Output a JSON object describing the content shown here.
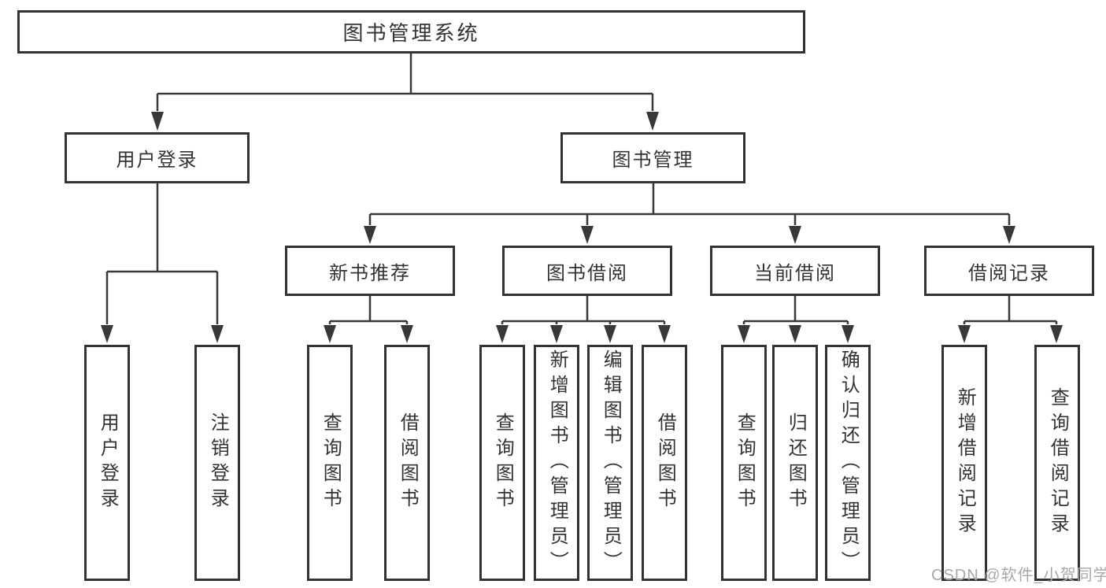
{
  "nodes": {
    "root": {
      "label": "图书管理系统"
    },
    "level2": [
      {
        "id": "user-login",
        "label": "用户登录"
      },
      {
        "id": "book-management",
        "label": "图书管理"
      }
    ],
    "level3": [
      {
        "id": "new-book-recommend",
        "label": "新书推荐"
      },
      {
        "id": "book-borrow",
        "label": "图书借阅"
      },
      {
        "id": "current-borrow",
        "label": "当前借阅"
      },
      {
        "id": "borrow-records",
        "label": "借阅记录"
      }
    ],
    "leaves": [
      {
        "id": "leaf-user-login",
        "label": "用户登录"
      },
      {
        "id": "leaf-logout",
        "label": "注销登录"
      },
      {
        "id": "leaf-query-books-recommend",
        "label": "查询图书"
      },
      {
        "id": "leaf-borrow-books-recommend",
        "label": "借阅图书"
      },
      {
        "id": "leaf-query-books-borrow",
        "label": "查询图书"
      },
      {
        "id": "leaf-add-books-admin",
        "label": "新增图书（管理员）"
      },
      {
        "id": "leaf-edit-books-admin",
        "label": "编辑图书（管理员）"
      },
      {
        "id": "leaf-borrow-books",
        "label": "借阅图书"
      },
      {
        "id": "leaf-query-books-current",
        "label": "查询图书"
      },
      {
        "id": "leaf-return-books",
        "label": "归还图书"
      },
      {
        "id": "leaf-confirm-return-admin",
        "label": "确认归还（管理员）"
      },
      {
        "id": "leaf-add-borrow-record",
        "label": "新增借阅记录"
      },
      {
        "id": "leaf-query-borrow-record",
        "label": "查询借阅记录"
      }
    ]
  },
  "watermark": {
    "text": "CSDN @软件_小贺同学"
  },
  "colors": {
    "line": "#383838",
    "border": "#333333",
    "text": "#333333",
    "watermark": "#a8a8a8",
    "background": "#ffffff"
  }
}
